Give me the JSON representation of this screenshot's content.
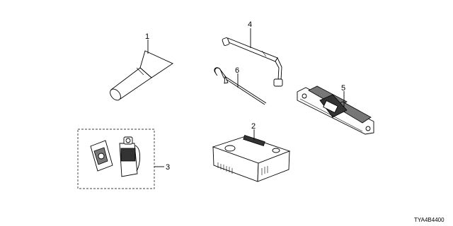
{
  "diagram_code": "TYA4B4400",
  "callouts": {
    "c1": "1",
    "c2": "2",
    "c3": "3",
    "c4": "4",
    "c5": "5",
    "c6": "6"
  }
}
